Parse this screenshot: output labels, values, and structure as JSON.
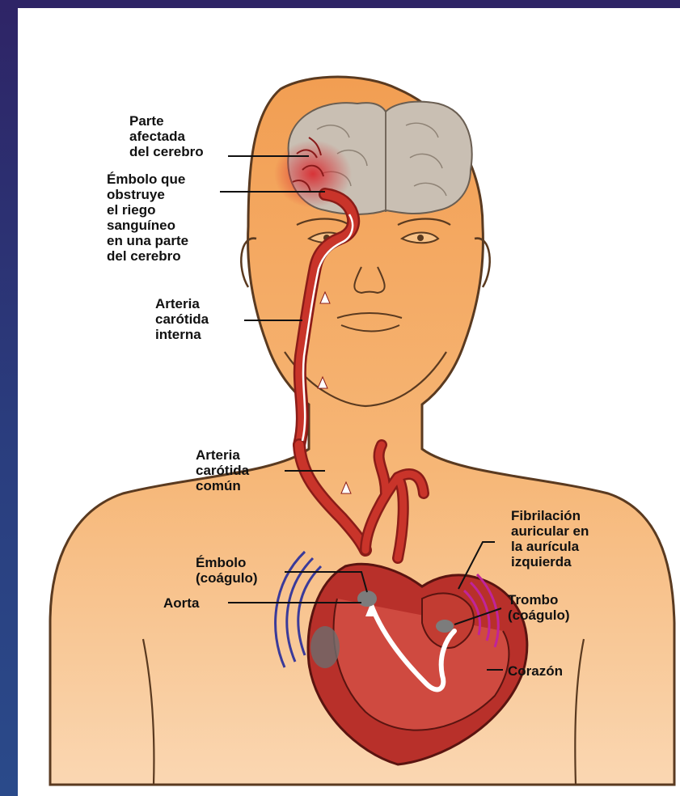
{
  "labels": {
    "parte_afectada": "Parte\nafectada\ndel cerebro",
    "embolo_obstruye": "Émbolo que\nobstruye\nel riego\nsanguíneo\nen una parte\ndel cerebro",
    "arteria_carotida_interna": "Arteria\ncarótida\ninterna",
    "arteria_carotida_comun": "Arteria\ncarótida\ncomún",
    "embolo_coagulo": "Émbolo\n(coágulo)",
    "aorta": "Aorta",
    "fibrilacion": "Fibrilación\nauricular en\nla aurícula\nizquierda",
    "trombo": "Trombo\n(coágulo)",
    "corazon": "Corazón"
  },
  "colors": {
    "skin": "#f4a862",
    "skin_light": "#f8c287",
    "brain": "#c9bfb3",
    "artery": "#c9342a",
    "heart": "#b8302a",
    "clot": "#7c7c7c",
    "vibration_left": "#3a3a9a",
    "vibration_right": "#c0249a",
    "slide_bg": "#2e2466"
  }
}
